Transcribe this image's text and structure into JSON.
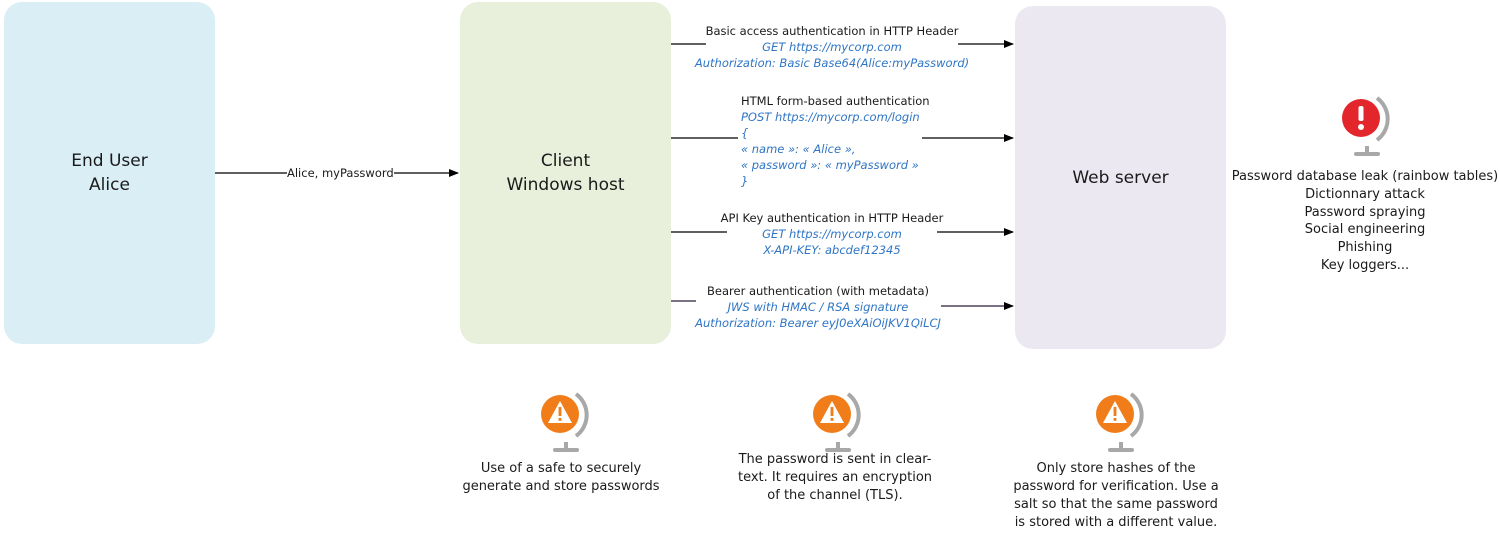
{
  "end_user": {
    "line1": "End User",
    "line2": "Alice"
  },
  "client": {
    "line1": "Client",
    "line2": "Windows host"
  },
  "server": {
    "name": "Web server"
  },
  "credentials_message": "Alice, myPassword",
  "methods": [
    {
      "title": "Basic access authentication in HTTP Header",
      "details": [
        "GET https://mycorp.com",
        "Authorization: Basic Base64(Alice:myPassword)"
      ]
    },
    {
      "title": "HTML form-based authentication",
      "details": [
        "POST https://mycorp.com/login",
        "{",
        "« name »: « Alice »,",
        "« password »: « myPassword »",
        "}"
      ]
    },
    {
      "title": "API Key authentication in HTTP Header",
      "details": [
        "GET https://mycorp.com",
        "X-API-KEY:  abcdef12345"
      ]
    },
    {
      "title": "Bearer authentication (with metadata)",
      "details": [
        "JWS with HMAC / RSA signature",
        "Authorization: Bearer eyJ0eXAiOiJKV1QiLCJ"
      ]
    }
  ],
  "threats": [
    "Password database leak (rainbow tables)",
    "Dictionnary attack",
    "Password spraying",
    "Social engineering",
    "Phishing",
    "Key loggers..."
  ],
  "notes": [
    {
      "lines": [
        "Use of a safe to securely",
        "generate and store passwords"
      ]
    },
    {
      "lines": [
        "The password is sent in clear-",
        "text. It requires an encryption",
        "of the channel (TLS)."
      ]
    },
    {
      "lines": [
        "Only store hashes of the",
        "password for verification. Use a",
        "salt so that the same password",
        "is stored with a different value."
      ]
    }
  ],
  "colors": {
    "end_user_box": "#daeef5",
    "client_box": "#e8f0dc",
    "server_box": "#ebe8f1",
    "detail_text": "#2e75c5",
    "threat_icon": "#e3262c",
    "warning_icon": "#f07d1a"
  },
  "icons": {
    "threat": "exclamation-globe-icon",
    "warning": "warning-globe-icon"
  }
}
